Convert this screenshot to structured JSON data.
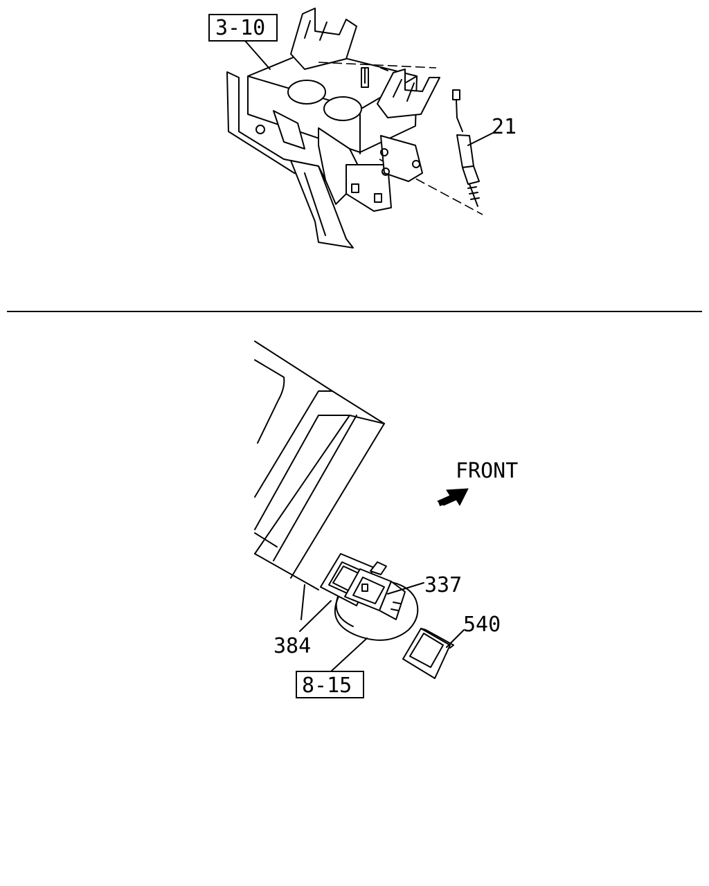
{
  "diagram": {
    "top_section": {
      "reference_box": "3-10",
      "callouts": [
        "21"
      ]
    },
    "bottom_section": {
      "reference_box": "8-15",
      "callouts": [
        "337",
        "384",
        "540"
      ],
      "direction_label": "FRONT"
    }
  }
}
